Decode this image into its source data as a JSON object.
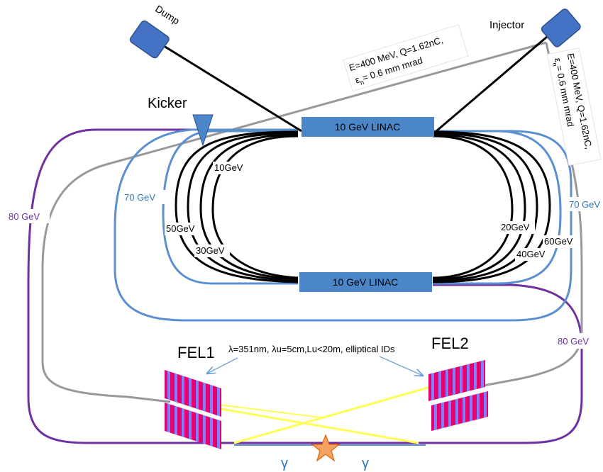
{
  "labels": {
    "dump": "Dump",
    "injector": "Injector",
    "kicker": "Kicker",
    "linac_top": "10 GeV LINAC",
    "linac_bottom": "10 GeV LINAC",
    "beam_params_line1": "E=400 MeV, Q=1.62nC,",
    "beam_params_eps": "ε",
    "beam_params_eps_sub": "n",
    "beam_params_line2_rest": "= 0.6 mm mrad",
    "inj_params_line1": "E=400 MeV, Q=1.62nC,",
    "inj_params_eps": "ε",
    "inj_params_eps_sub": "n",
    "inj_params_line2_rest": "= 0.6 mm mrad",
    "e10": "10GeV",
    "e20": "20GeV",
    "e30": "30GeV",
    "e40": "40GeV",
    "e50": "50GeV",
    "e60": "60GeV",
    "e70_left": "70 GeV",
    "e70_right": "70 GeV",
    "e80_left": "80 GeV",
    "e80_right": "80 GeV",
    "fel1": "FEL1",
    "fel2": "FEL2",
    "undulator_params": "λ=351nm, λu=5cm,Lu<20m, elliptical IDs",
    "gamma_left": "γ",
    "gamma_right": "γ"
  },
  "colors": {
    "linac": "#4a86c8",
    "device": "#4472c4",
    "ring_70": "#5b8fd0",
    "ring_80": "#7030a0",
    "ring_black": "#000000",
    "gray_line": "#999999",
    "photon": "#ffff55",
    "star": "#f4a460",
    "text_blue": "#2e75b6",
    "text_purple": "#7030a0",
    "magnet_pink": "#e6006e",
    "magnet_blue": "#8080ff"
  },
  "icons": {
    "dump": "dump-box",
    "injector": "injector-box",
    "kicker": "kicker-triangle",
    "collision": "star-icon"
  }
}
